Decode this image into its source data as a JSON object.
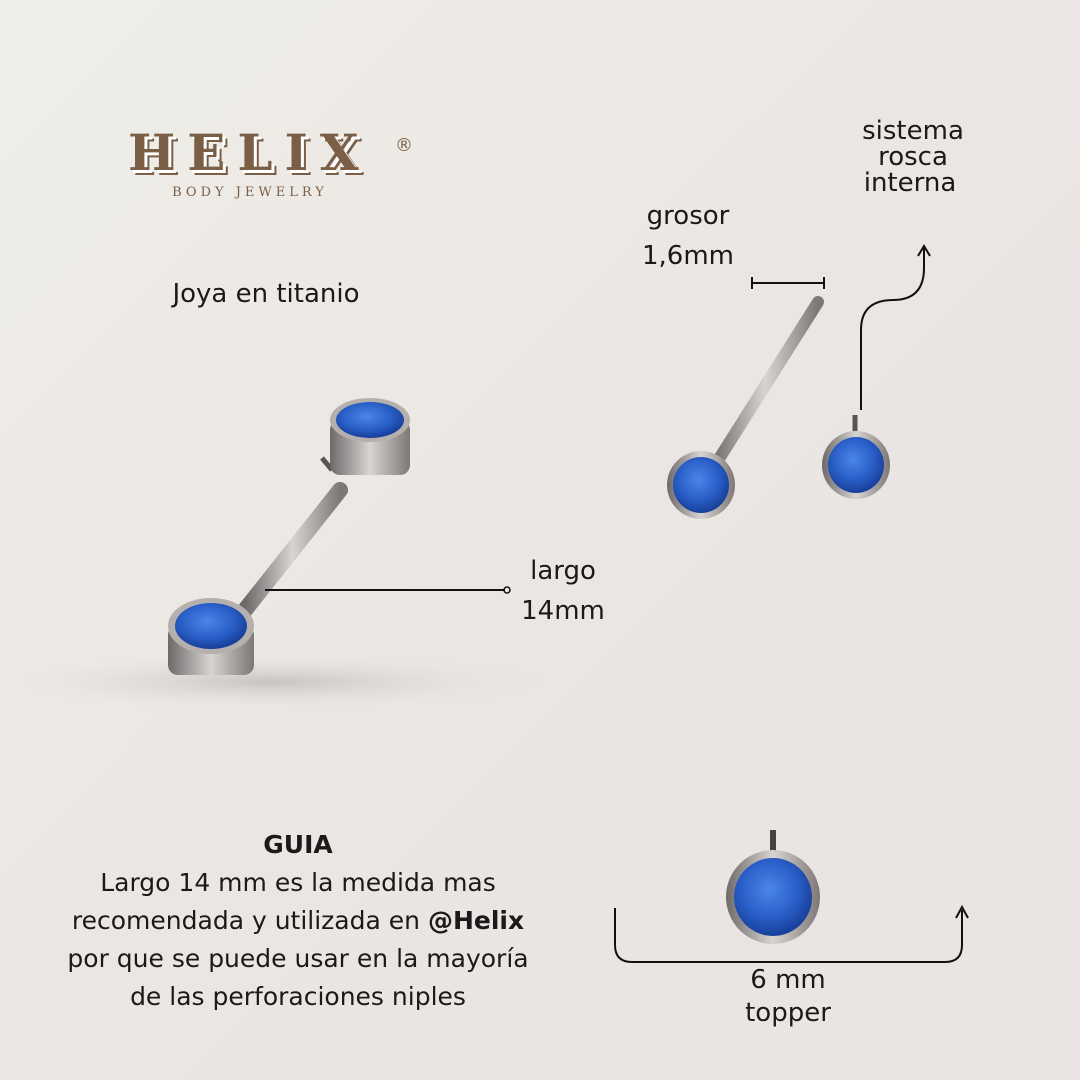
{
  "logo": {
    "brand": "HELIX",
    "registered": "®",
    "tagline": "BODY JEWELRY"
  },
  "material_label": "Joya en titanio",
  "thickness": {
    "label": "grosor",
    "value": "1,6mm"
  },
  "thread": {
    "lines": [
      "sistema",
      "rosca",
      "interna"
    ]
  },
  "length": {
    "label": "largo",
    "value": "14mm"
  },
  "topper": {
    "value": "6 mm",
    "label": "topper"
  },
  "guide": {
    "title": "GUIA",
    "line1": "Largo 14 mm es la medida mas",
    "line2_pre": "recomendada y utilizada en ",
    "line2_bold": "@Helix",
    "line3": "por que se puede usar en la mayoría",
    "line4": "de las perforaciones niples"
  },
  "colors": {
    "brand": "#7a5f46",
    "opal": "#2a5fc8",
    "titanium": "#9a9594"
  }
}
